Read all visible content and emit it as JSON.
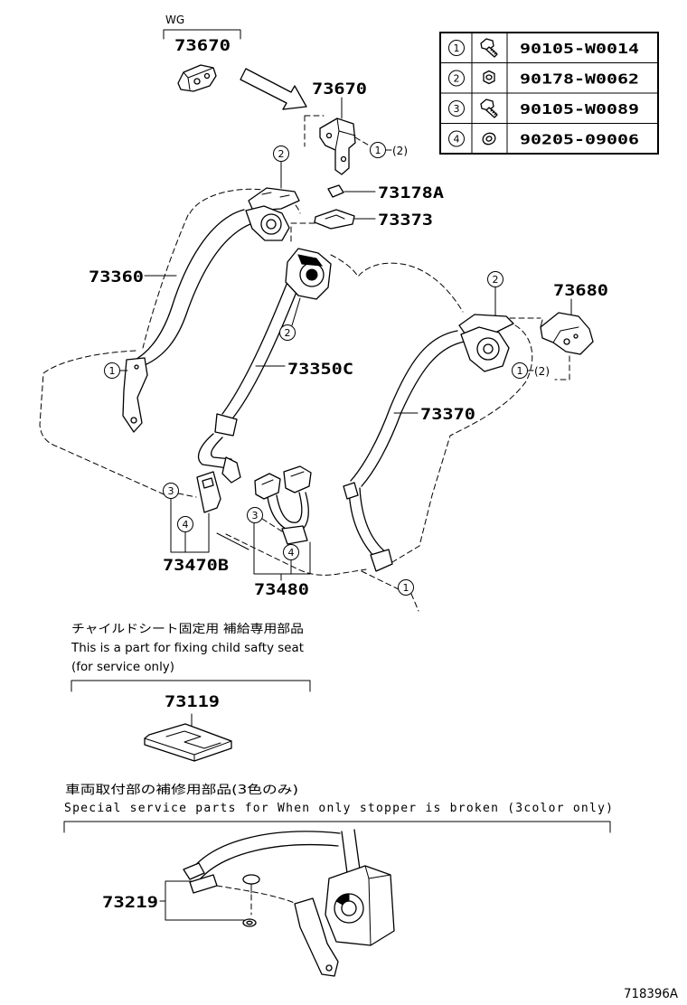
{
  "header": {
    "variant": "WG"
  },
  "labels": {
    "p73670_wg": "73670",
    "p73670": "73670",
    "p73178a": "73178A",
    "p73373": "73373",
    "p73360": "73360",
    "p73680": "73680",
    "p73350c": "73350C",
    "p73370": "73370",
    "p73470b": "73470B",
    "p73480": "73480",
    "p73119": "73119",
    "p73219": "73219"
  },
  "callouts": {
    "c1": "1",
    "c2": "2",
    "c3": "3",
    "c4": "4",
    "sub2": "(2)"
  },
  "fastener_table": [
    {
      "ref": "1",
      "icon": "bolt-icon",
      "part": "90105-W0014"
    },
    {
      "ref": "2",
      "icon": "nut-icon",
      "part": "90178-W0062"
    },
    {
      "ref": "3",
      "icon": "bolt-icon",
      "part": "90105-W0089"
    },
    {
      "ref": "4",
      "icon": "washer-icon",
      "part": "90205-09006"
    }
  ],
  "child_seat_note": {
    "jp": "チャイルドシート固定用 補給専用部品",
    "en_line1": "This is a part for fixing child safty seat",
    "en_line2": "(for service only)"
  },
  "stopper_note": {
    "jp": "車両取付部の補修用部品(3色のみ)",
    "en": "Special service parts for When only stopper is broken (3color only)"
  },
  "illustration_id": "718396A"
}
